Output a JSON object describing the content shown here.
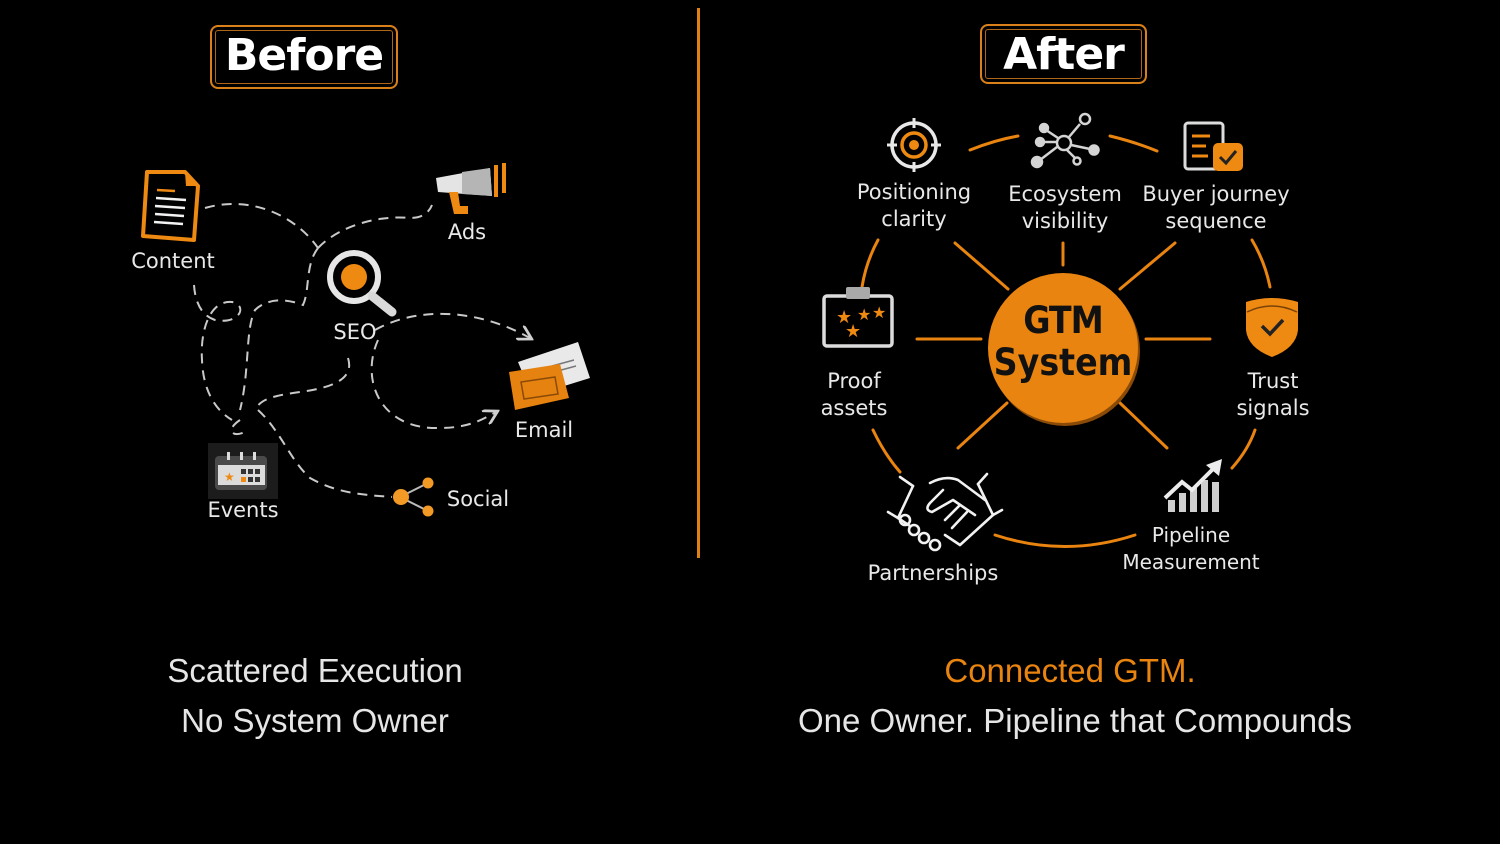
{
  "before": {
    "title": "Before",
    "channels": [
      {
        "id": "content",
        "label": "Content",
        "icon": "document-icon"
      },
      {
        "id": "ads",
        "label": "Ads",
        "icon": "megaphone-icon"
      },
      {
        "id": "seo",
        "label": "SEO",
        "icon": "magnifier-icon"
      },
      {
        "id": "email",
        "label": "Email",
        "icon": "envelope-icon"
      },
      {
        "id": "events",
        "label": "Events",
        "icon": "calendar-icon"
      },
      {
        "id": "social",
        "label": "Social",
        "icon": "share-icon"
      }
    ],
    "caption_line1": "Scattered Execution",
    "caption_line2": "No System Owner"
  },
  "after": {
    "title": "After",
    "hub_line1": "GTM",
    "hub_line2": "System",
    "nodes": [
      {
        "id": "positioning",
        "line1": "Positioning",
        "line2": "clarity",
        "icon": "target-icon"
      },
      {
        "id": "ecosystem",
        "line1": "Ecosystem",
        "line2": "visibility",
        "icon": "network-icon"
      },
      {
        "id": "buyer",
        "line1": "Buyer journey",
        "line2": "sequence",
        "icon": "checklist-icon"
      },
      {
        "id": "proof",
        "line1": "Proof",
        "line2": "assets",
        "icon": "clipboard-stars-icon"
      },
      {
        "id": "trust",
        "line1": "Trust",
        "line2": "signals",
        "icon": "shield-check-icon"
      },
      {
        "id": "partnerships",
        "line1": "Partnerships",
        "line2": "",
        "icon": "handshake-icon"
      },
      {
        "id": "pipeline",
        "line1": "Pipeline",
        "line2": "Measurement",
        "icon": "growth-chart-icon"
      }
    ],
    "caption_line1": "Connected GTM.",
    "caption_line2": "One Owner. Pipeline that Compounds"
  },
  "colors": {
    "accent": "#e8840f",
    "background": "#000000",
    "text": "#e6e6e6"
  }
}
